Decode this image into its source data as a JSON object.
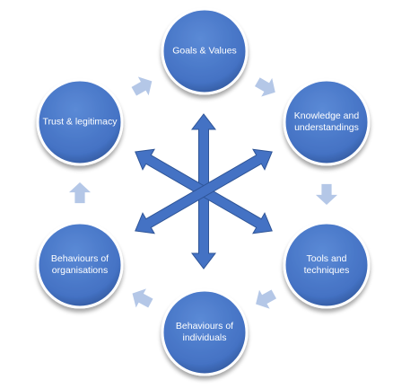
{
  "diagram": {
    "nodes": [
      {
        "id": "goals-values",
        "label": "Goals & Values"
      },
      {
        "id": "knowledge",
        "label": "Knowledge and understandings"
      },
      {
        "id": "tools",
        "label": "Tools and techniques"
      },
      {
        "id": "behaviours-individuals",
        "label": "Behaviours of individuals"
      },
      {
        "id": "behaviours-organisations",
        "label": "Behaviours of organisations"
      },
      {
        "id": "trust",
        "label": "Trust & legitimacy"
      }
    ],
    "cycle_arrows": [
      {
        "from": "goals-values",
        "to": "knowledge"
      },
      {
        "from": "knowledge",
        "to": "tools"
      },
      {
        "from": "tools",
        "to": "behaviours-individuals"
      },
      {
        "from": "behaviours-individuals",
        "to": "behaviours-organisations"
      },
      {
        "from": "behaviours-organisations",
        "to": "trust"
      },
      {
        "from": "trust",
        "to": "goals-values"
      }
    ],
    "center_connector": "three double-headed arrows linking opposite nodes",
    "colors": {
      "node_fill": "#4472c4",
      "node_dark": "#2f5597",
      "node_border": "#ffffff",
      "cycle_arrow": "#b4c7e7",
      "center_arrow": "#4472c4",
      "text": "#ffffff"
    }
  }
}
